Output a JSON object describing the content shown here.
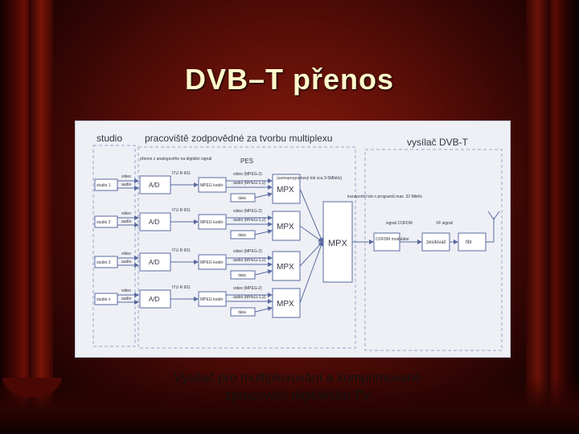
{
  "slide": {
    "title": "DVB–T  přenos",
    "caption_line1": "Vysílač pro multiplexování a komprimované",
    "caption_line2": "zpracování digitálního TV"
  },
  "diagram": {
    "header_studio": "studio",
    "header_workplace": "pracoviště zodpovědné za tvorbu multiplexu",
    "header_transmitter": "vysílač DVB-T",
    "note_transfer": "přenos z analogového na digitální signál",
    "pes": "PES",
    "studios": [
      {
        "name": "studio 1",
        "video": "video",
        "audio": "audio",
        "itu": "ITU R 601",
        "ad": "A/D",
        "mpeg": "MPEG kodér",
        "out_video": "video (MPEG-2)",
        "out_audio": "audio (MPEG-1,2)",
        "data": "data",
        "mpx": "MPX"
      },
      {
        "name": "studio 2",
        "video": "video",
        "audio": "audio",
        "itu": "ITU R 601",
        "ad": "A/D",
        "mpeg": "MPEG kodér",
        "out_video": "video (MPEG-2)",
        "out_audio": "audio (MPEG-1,2)",
        "data": "data",
        "mpx": "MPX"
      },
      {
        "name": "studio 3",
        "video": "video",
        "audio": "audio",
        "itu": "ITU R 601",
        "ad": "A/D",
        "mpeg": "MPEG kodér",
        "out_video": "video (MPEG-2)",
        "out_audio": "audio (MPEG-1,2)",
        "data": "data",
        "mpx": "MPX"
      },
      {
        "name": "studio n",
        "video": "video",
        "audio": "audio",
        "itu": "ITU R 601",
        "ad": "A/D",
        "mpeg": "MPEG kodér",
        "out_video": "video (MPEG-2)",
        "out_audio": "audio (MPEG-1,2)",
        "data": "data",
        "mpx": "MPX"
      }
    ],
    "note_single": "(samoprogramový tok cca 3-5Mbit/s)",
    "note_transport": "transportní tok n programů max. 32 Mbit/s",
    "main_mpx": "MPX",
    "cofdm_label": "signál COFDM",
    "vf_label": "VF signál",
    "cofdm": "COFDM modulátor",
    "amp": "zesilovač",
    "filter": "filtr"
  }
}
